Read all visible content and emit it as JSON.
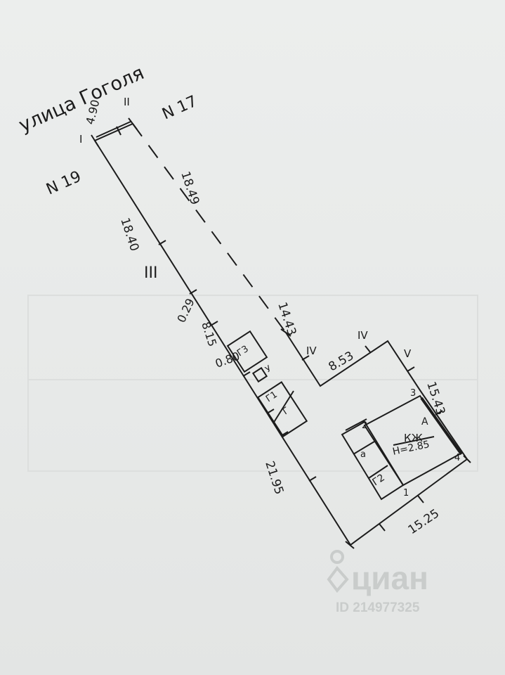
{
  "street": "улица Гоголя",
  "neighbors": {
    "left": "N 19",
    "right": "N 17"
  },
  "points": [
    "I",
    "II",
    "III",
    "IV",
    "IV",
    "V"
  ],
  "dimensions": {
    "front": "4.90",
    "east_top": "18.49",
    "west_top": "18.40",
    "west_small": "0.29",
    "west_mid": "8.15",
    "west_small2": "0.80",
    "east_mid": "14.43",
    "notch": "8.53",
    "east_bottom": "15.43",
    "west_bottom": "21.95",
    "bottom": "15.25"
  },
  "buildings": {
    "g3": "Г3",
    "u": "У",
    "g1": "Г1",
    "g": "Г",
    "a_small": "а",
    "g2": "Г2",
    "main_letter": "А",
    "main_type": "КЖ",
    "main_height": "Н=2.85"
  },
  "corners": [
    "1",
    "2",
    "3",
    "4"
  ],
  "watermark": {
    "brand": "циан",
    "id": "ID 214977325"
  },
  "colors": {
    "ink": "#1c1c1c",
    "paper": "#e9ebea",
    "watermark": "#c9cccb"
  }
}
